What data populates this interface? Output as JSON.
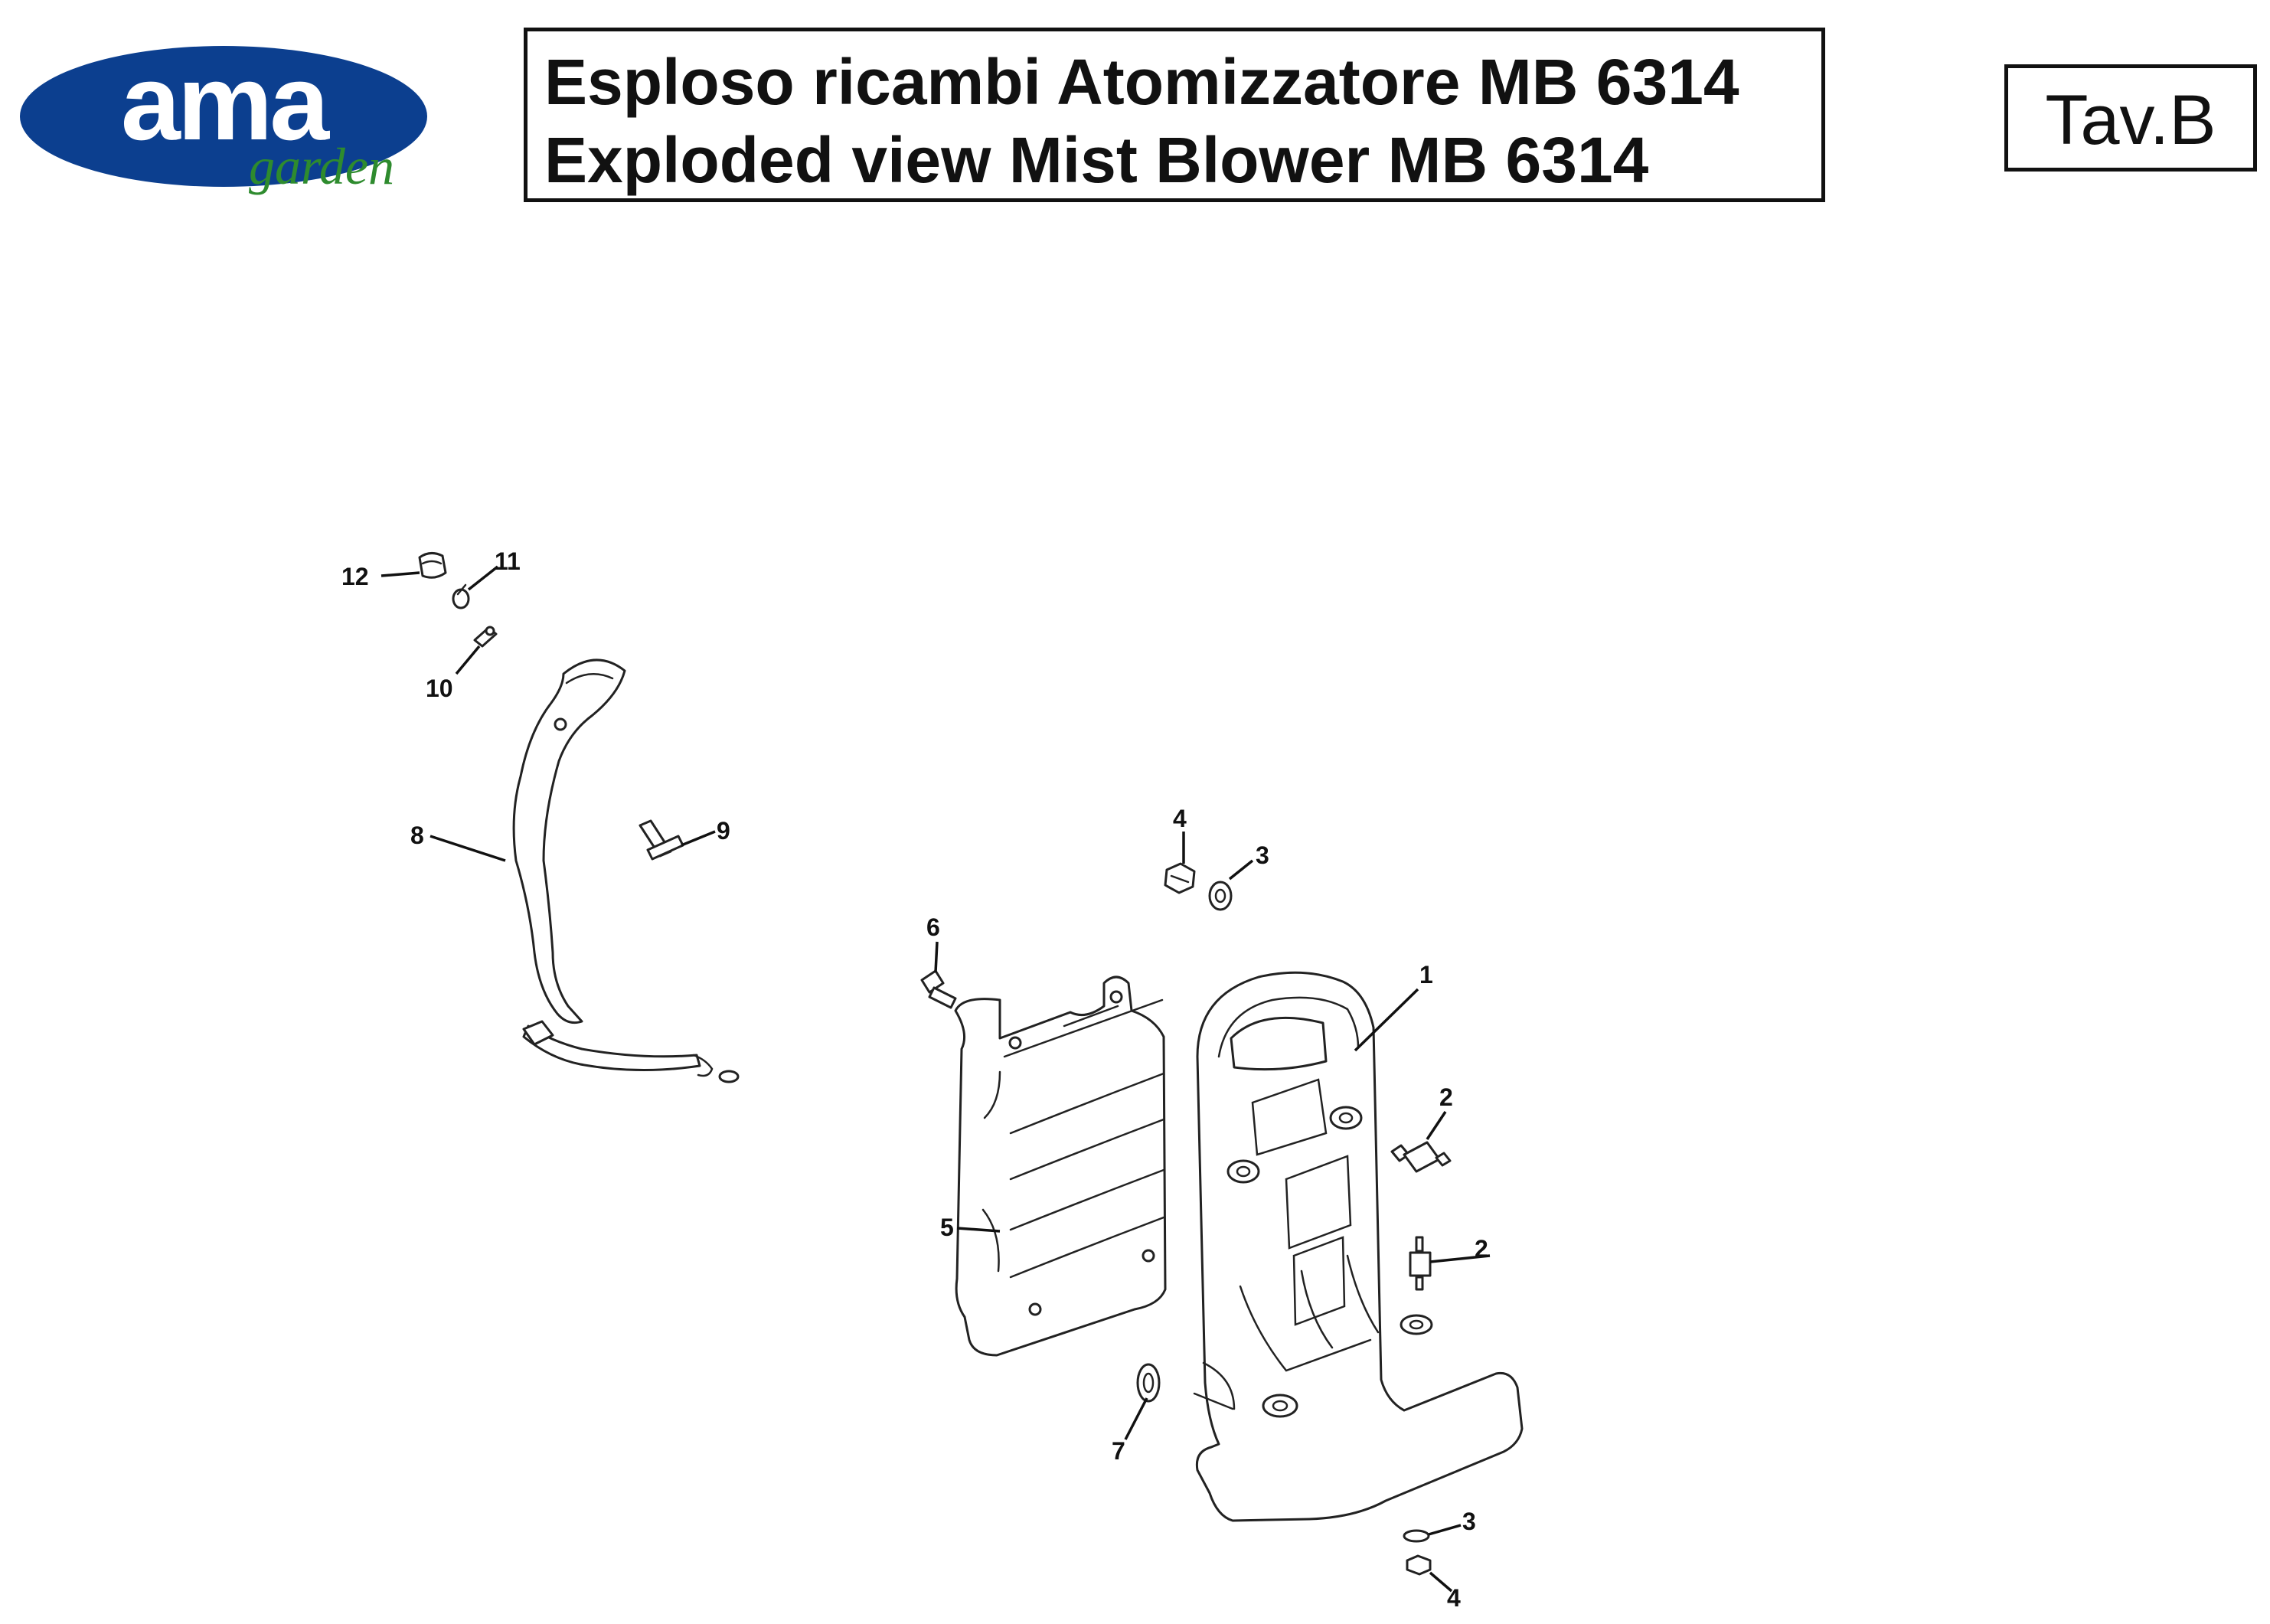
{
  "logo": {
    "brand": "ama",
    "sub": "garden",
    "oval_color": "#0c3f8f",
    "sub_color": "#2e8b2e"
  },
  "title": {
    "line_it": "Esploso ricambi Atomizzatore MB 6314",
    "line_en": "Exploded view Mist Blower MB 6314"
  },
  "plate": {
    "label": "Tav.B"
  },
  "callouts": {
    "c1": "1",
    "c2a": "2",
    "c2b": "2",
    "c3a": "3",
    "c3b": "3",
    "c4a": "4",
    "c4b": "4",
    "c5": "5",
    "c6": "6",
    "c7": "7",
    "c8": "8",
    "c9": "9",
    "c10": "10",
    "c11": "11",
    "c12": "12"
  },
  "parts": [
    {
      "id": "1",
      "icon": "backrest-frame-icon"
    },
    {
      "id": "2",
      "icon": "anti-vibration-mount-icon"
    },
    {
      "id": "3",
      "icon": "washer-icon"
    },
    {
      "id": "4",
      "icon": "nut-icon"
    },
    {
      "id": "5",
      "icon": "back-pad-icon"
    },
    {
      "id": "6",
      "icon": "bolt-icon"
    },
    {
      "id": "7",
      "icon": "grommet-icon"
    },
    {
      "id": "8",
      "icon": "shoulder-strap-icon"
    },
    {
      "id": "9",
      "icon": "strap-pin-icon"
    },
    {
      "id": "10",
      "icon": "buckle-icon"
    },
    {
      "id": "11",
      "icon": "clip-icon"
    },
    {
      "id": "12",
      "icon": "cap-icon"
    }
  ]
}
